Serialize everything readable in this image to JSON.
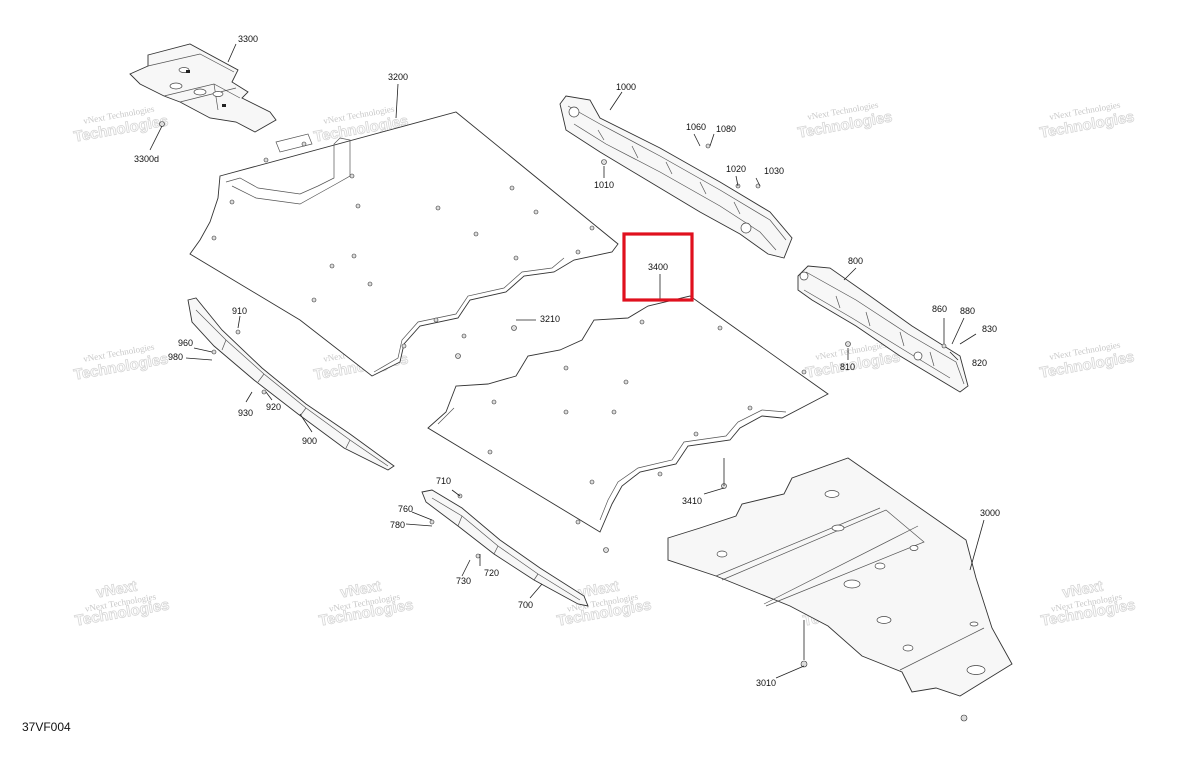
{
  "figure_ref": "37VF004",
  "watermark": {
    "line1": "vNext Technologies",
    "line2": "Technologies",
    "line3": "vNext"
  },
  "highlight_color": "#e0101e",
  "callouts": {
    "c3300": "3300",
    "c3300d": "3300d",
    "c3200": "3200",
    "c3210": "3210",
    "c3400": "3400",
    "c3410": "3410",
    "c3000": "3000",
    "c3010": "3010",
    "c1000": "1000",
    "c1010": "1010",
    "c1020": "1020",
    "c1030": "1030",
    "c1060": "1060",
    "c1080": "1080",
    "c800": "800",
    "c810": "810",
    "c820": "820",
    "c830": "830",
    "c860": "860",
    "c880": "880",
    "c900": "900",
    "c910": "910",
    "c920": "920",
    "c930": "930",
    "c960": "960",
    "c980": "980",
    "c700": "700",
    "c710": "710",
    "c720": "720",
    "c730": "730",
    "c760": "760",
    "c780": "780"
  }
}
